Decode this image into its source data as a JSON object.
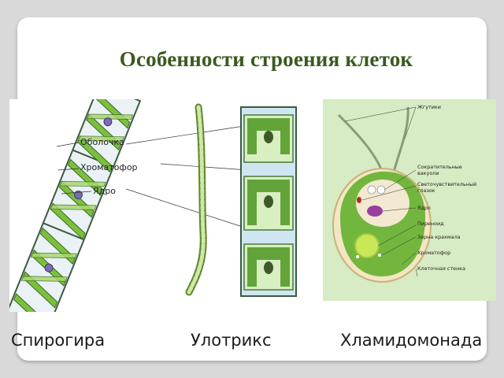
{
  "title": "Особенности строения клеток",
  "spirogyra": {
    "caption": "Спирогира",
    "labels": {
      "membrane": "Оболочка",
      "chromatophore": "Хроматофор",
      "nucleus": "Ядро"
    }
  },
  "ulothrix": {
    "caption": "Улотрикс"
  },
  "chlamydomonas": {
    "caption": "Хламидомонада",
    "labels": {
      "flagella": "Жгутики",
      "vacuoles_line1": "Сократительные",
      "vacuoles_line2": "вакуоли",
      "eyespot": "Светочувствительный",
      "eyespot_line2": "глазок",
      "nucleus": "Ядро",
      "pyrenoid": "Пиреноид",
      "starch": "Зерна крахмала",
      "chromatophore": "Хроматофор",
      "cell_wall": "Клеточная стенка"
    }
  },
  "colors": {
    "title": "#3a5a1e",
    "chloroplast": "#6ab04c",
    "cell_bg": "#d5ecbd"
  }
}
